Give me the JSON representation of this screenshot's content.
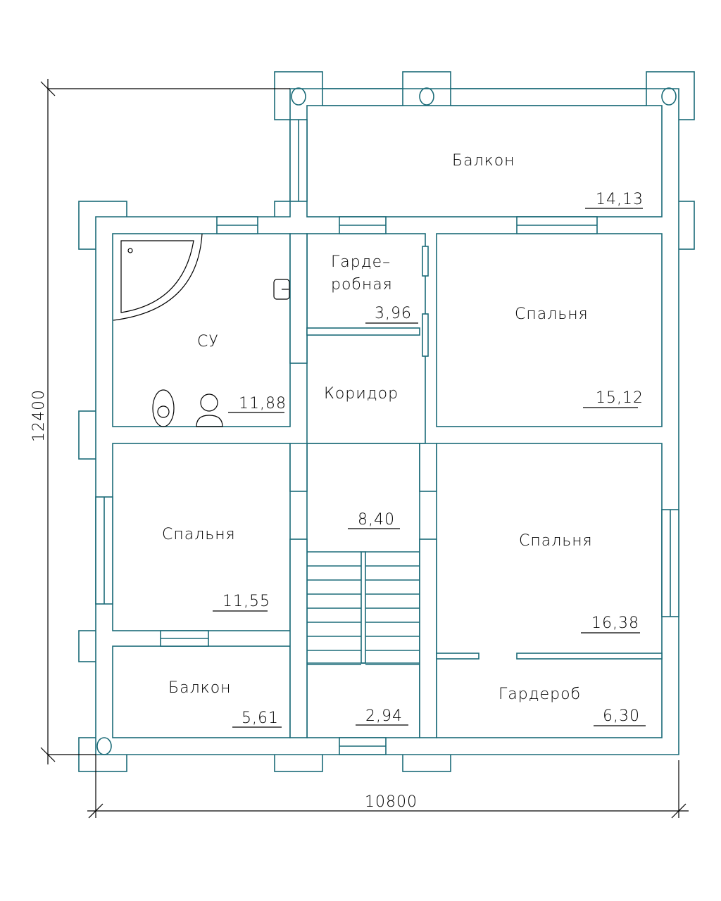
{
  "title": "Floor plan – 2nd floor",
  "colors": {
    "walls": "#1b6b78",
    "text": "#000000"
  },
  "dimensions": {
    "height": "12400",
    "width": "10800"
  },
  "rooms": [
    {
      "name": "Балкон",
      "area": "14,13"
    },
    {
      "name_line1": "Гарде–",
      "name_line2": "робная",
      "area": "3,96"
    },
    {
      "name": "Спальня",
      "area": "15,12"
    },
    {
      "name": "СУ",
      "area": "11,88"
    },
    {
      "name": "Коридор",
      "area": "8,40"
    },
    {
      "name": "Спальня",
      "area": "11,55"
    },
    {
      "name": "Спальня",
      "area": "16,38"
    },
    {
      "name": "Балкон",
      "area": "5,61"
    },
    {
      "name": "",
      "area": "2,94"
    },
    {
      "name": "Гардероб",
      "area": "6,30"
    }
  ]
}
